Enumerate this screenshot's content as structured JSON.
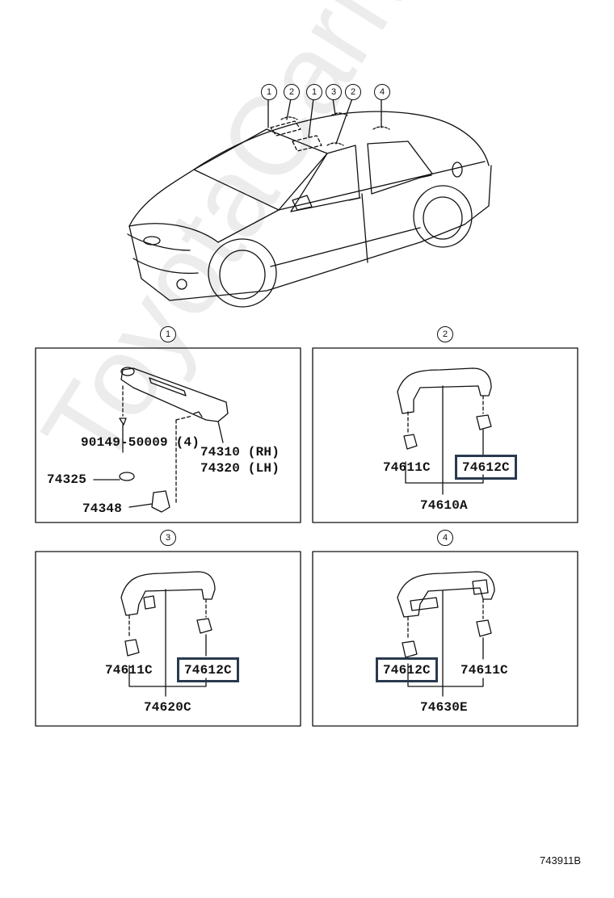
{
  "watermark": "ToyotaCarMine.ru",
  "figure_id": "743911B",
  "car_callouts": [
    "1",
    "2",
    "1",
    "3",
    "2",
    "4"
  ],
  "panels": {
    "p1": {
      "marker": "1",
      "labels": [
        "90149-50009 (4)",
        "74310 (RH)",
        "74320 (LH)",
        "74325",
        "74348"
      ]
    },
    "p2": {
      "marker": "2",
      "labels": [
        "74611C",
        "74612C",
        "74610A"
      ]
    },
    "p3": {
      "marker": "3",
      "labels": [
        "74611C",
        "74612C",
        "74620C"
      ]
    },
    "p4": {
      "marker": "4",
      "labels": [
        "74612C",
        "74611C",
        "74630E"
      ]
    }
  },
  "highlight_color": "#2a3a4e"
}
